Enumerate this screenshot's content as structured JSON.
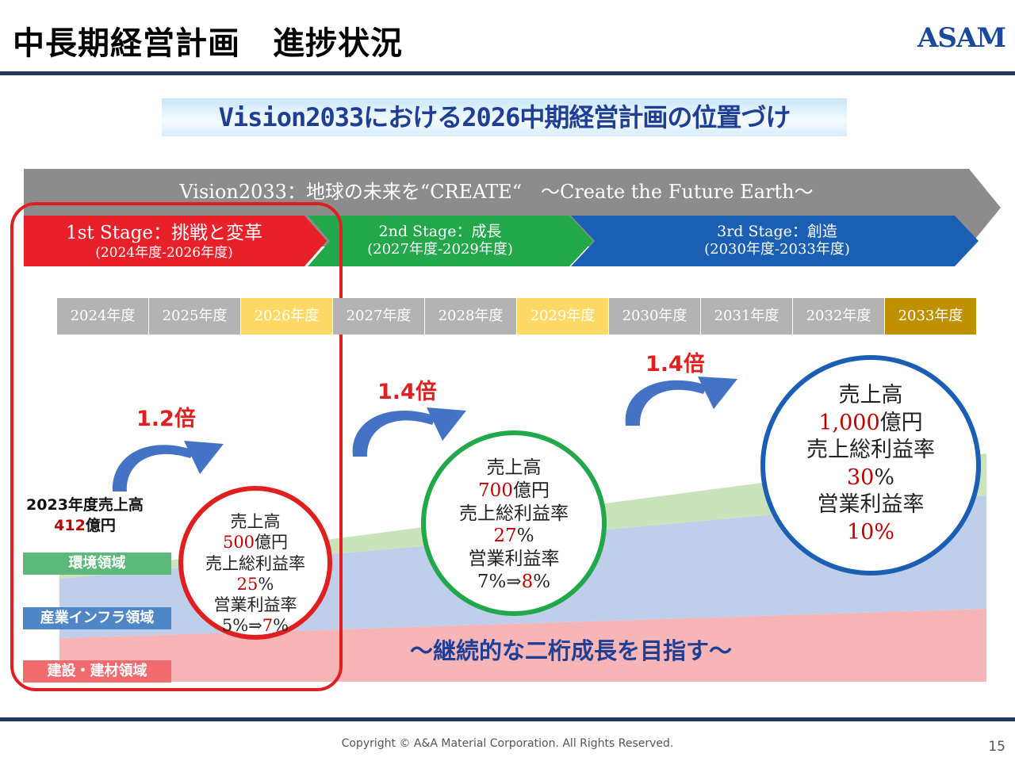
{
  "header": {
    "title": "中長期経営計画　進捗状況",
    "logo_text": "ASAM"
  },
  "subtitle": "Vision2033における2026中期経営計画の位置づけ",
  "vision_banner": "Vision2033：地球の未来を“CREATE“　～Create the Future Earth～",
  "stages": [
    {
      "name": "1st Stage：挑戦と変革",
      "period": "(2024年度-2026年度)",
      "color": "#e8202a"
    },
    {
      "name": "2nd Stage：成長",
      "period": "(2027年度-2029年度)",
      "color": "#22a84a"
    },
    {
      "name": "3rd Stage：創造",
      "period": "(2030年度-2033年度)",
      "color": "#1a5fb4"
    }
  ],
  "years": [
    {
      "label": "2024年度",
      "color": "#b3b3b3"
    },
    {
      "label": "2025年度",
      "color": "#b3b3b3"
    },
    {
      "label": "2026年度",
      "color": "#ffd966"
    },
    {
      "label": "2027年度",
      "color": "#b3b3b3"
    },
    {
      "label": "2028年度",
      "color": "#b3b3b3"
    },
    {
      "label": "2029年度",
      "color": "#ffd966"
    },
    {
      "label": "2030年度",
      "color": "#b3b3b3"
    },
    {
      "label": "2031年度",
      "color": "#b3b3b3"
    },
    {
      "label": "2032年度",
      "color": "#b3b3b3"
    },
    {
      "label": "2033年度",
      "color": "#bf9000"
    }
  ],
  "multipliers": [
    "1.2倍",
    "1.4倍",
    "1.4倍"
  ],
  "baseline": {
    "line1": "2023年度売上高",
    "value": "412",
    "unit": "億円"
  },
  "domains": [
    {
      "label": "環境領域",
      "color": "#5cb97a"
    },
    {
      "label": "産業インフラ領域",
      "color": "#4f86c6"
    },
    {
      "label": "建設・建材領域",
      "color": "#f06a6e"
    }
  ],
  "targets": [
    {
      "sales_label": "売上高",
      "sales": "500",
      "sales_unit": "億円",
      "gross_label": "売上総利益率",
      "gross": "25",
      "gross_unit": "%",
      "op_label": "営業利益率",
      "op_from": "5%⇒",
      "op_to": "7",
      "op_unit": "%",
      "color": "#e02020"
    },
    {
      "sales_label": "売上高",
      "sales": "700",
      "sales_unit": "億円",
      "gross_label": "売上総利益率",
      "gross": "27",
      "gross_unit": "%",
      "op_label": "営業利益率",
      "op_from": "7%⇒",
      "op_to": "8",
      "op_unit": "%",
      "color": "#22a84a"
    },
    {
      "sales_label": "売上高",
      "sales": "1,000",
      "sales_unit": "億円",
      "gross_label": "売上総利益率",
      "gross": "30",
      "gross_unit": "%",
      "op_label": "営業利益率",
      "op_value": "10%",
      "color": "#1a5fb4"
    }
  ],
  "growth_message": "～継続的な二桁成長を目指す～",
  "footer": {
    "copyright": "Copyright © A&A Material Corporation. All Rights Reserved.",
    "page": "15"
  }
}
